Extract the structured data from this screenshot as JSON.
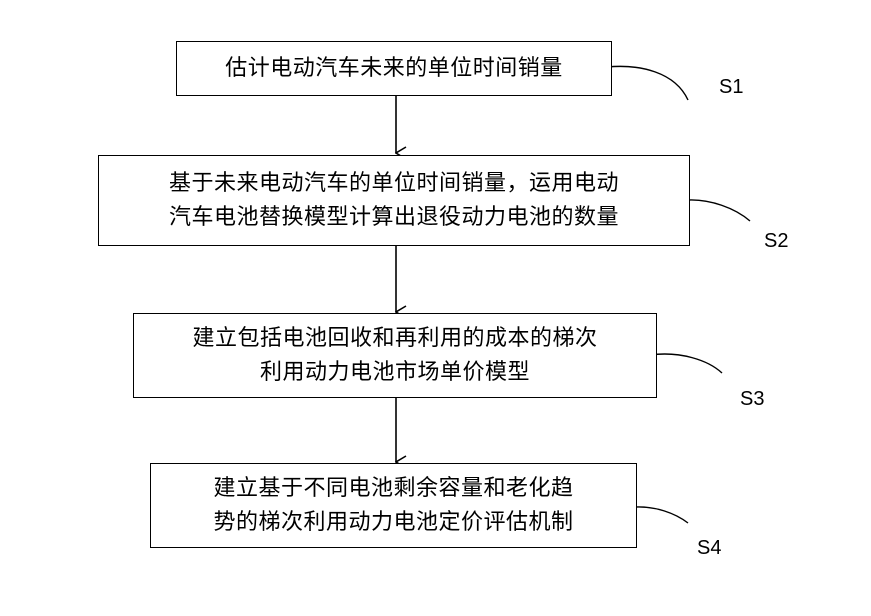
{
  "steps": [
    {
      "id": "S1",
      "text": "估计电动汽车未来的单位时间销量"
    },
    {
      "id": "S2",
      "text": "基于未来电动汽车的单位时间销量，运用电动\n汽车电池替换模型计算出退役动力电池的数量"
    },
    {
      "id": "S3",
      "text": "建立包括电池回收和再利用的成本的梯次\n利用动力电池市场单价模型"
    },
    {
      "id": "S4",
      "text": "建立基于不同电池剩余容量和老化趋\n势的梯次利用动力电池定价评估机制"
    }
  ]
}
